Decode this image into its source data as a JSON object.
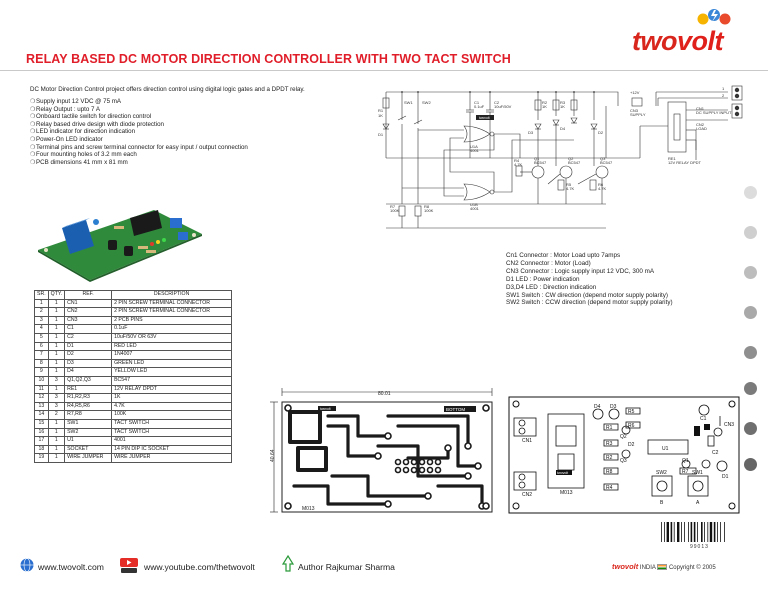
{
  "brand": {
    "logo_two": "two",
    "logo_volt": "volt"
  },
  "title": "RELAY BASED DC MOTOR DIRECTION CONTROLLER WITH TWO TACT SWITCH",
  "intro": "DC Motor Direction Control project offers direction control using digital logic gates and a DPDT relay.",
  "features": [
    "Supply input 12 VDC @ 75 mA",
    "Relay Output : upto 7 A",
    "Onboard tactile switch for direction control",
    "Relay based drive design with diode protection",
    "LED indicator for direction indication",
    "Power-On LED indicator",
    "Terminal pins and screw terminal connector for easy input / output connection",
    "Four mounting holes of 3.2 mm each",
    "PCB dimensions 41 mm x 81 mm"
  ],
  "bullet_glyph": "❍",
  "bom": {
    "headers": [
      "SR.",
      "QTY.",
      "REF.",
      "DESCRIPTION"
    ],
    "rows": [
      [
        "1",
        "1",
        "CN1",
        "2 PIN SCREW TERMINAL CONNECTOR"
      ],
      [
        "2",
        "1",
        "CN2",
        "2 PIN SCREW TERMINAL CONNECTOR"
      ],
      [
        "3",
        "1",
        "CN3",
        "2 PCB PINS"
      ],
      [
        "4",
        "1",
        "C1",
        "0.1uF"
      ],
      [
        "5",
        "1",
        "C2",
        "10uF/50V OR 63V"
      ],
      [
        "6",
        "1",
        "D1",
        "RED LED"
      ],
      [
        "7",
        "1",
        "D2",
        "1N4007"
      ],
      [
        "8",
        "1",
        "D3",
        "GREEN LED"
      ],
      [
        "9",
        "1",
        "D4",
        "YELLOW LED"
      ],
      [
        "10",
        "3",
        "Q1,Q2,Q3",
        "BC547"
      ],
      [
        "11",
        "1",
        "RE1",
        "12V RELAY DPDT"
      ],
      [
        "12",
        "3",
        "R1,R2,R3",
        "1K"
      ],
      [
        "13",
        "3",
        "R4,R5,R6",
        "4.7K"
      ],
      [
        "14",
        "2",
        "R7,R8",
        "100K"
      ],
      [
        "15",
        "1",
        "SW1",
        "TACT SWITCH"
      ],
      [
        "16",
        "1",
        "SW2",
        "TACT SWITCH"
      ],
      [
        "17",
        "1",
        "U1",
        "4001"
      ],
      [
        "18",
        "1",
        "SOCKET",
        "14 PIN DIP IC SOCKET"
      ],
      [
        "19",
        "1",
        "WIRE JUMPER",
        "WIRE JUMPER"
      ]
    ]
  },
  "schematic": {
    "labels": {
      "r1": "R1",
      "r1v": "1K",
      "sw1": "SW1",
      "sw2": "SW2",
      "c1": "C1",
      "c1v": "0.1uF",
      "c2": "C2",
      "c2v": "10uF/50V",
      "r2": "R2",
      "r2v": "1K",
      "r3": "R3",
      "r3v": "1K",
      "d1": "D1",
      "d3": "D3",
      "d4": "D4",
      "d2": "D2",
      "u1a": "U1A",
      "u1a2": "4001",
      "u1b": "U1B",
      "u1b2": "4001",
      "r4": "R4",
      "r4v": "4.7K",
      "q1": "Q1",
      "q1v": "BC547",
      "q2": "Q2",
      "q2v": "BC547",
      "q3": "Q3",
      "q3v": "BC547",
      "r5": "R5",
      "r5v": "4.7K",
      "r6": "R6",
      "r6v": "4.7K",
      "r7": "R7",
      "r7v": "100K",
      "r8": "R8",
      "r8v": "100K",
      "re1": "RE1",
      "re1v": "12V RELAY DPDT",
      "cn3": "CN3",
      "cn3s": "SUPPLY",
      "cn1": "CN1",
      "cn1t": "DC SUPPLY INPUT",
      "cn2": "CN2",
      "cn2t": "LOAD",
      "v12": "+12V",
      "p1": "1",
      "p2": "2",
      "brand_box": "twovolt"
    }
  },
  "notes": [
    "Cn1 Connector : Motor Load upto 7amps",
    "CN2 Connector : Motor (Load)",
    "CN3 Connector : Logic supply input 12 VDC, 300 mA",
    "D1 LED : Power indication",
    "D3,D4 LED : Direction indication",
    "SW1 Switch : CW direction (depend motor supply polarity)",
    "SW2 Switch : CCW direction (depend motor supply polarity)"
  ],
  "pcb": {
    "width_dim": "80.01",
    "height_dim": "40.64",
    "code_top": "BOTTOM",
    "code_bottom": "M013",
    "brand": "twovolt"
  },
  "layout": {
    "labels": {
      "d4": "D4",
      "d3": "D3",
      "r5": "R5",
      "r6": "R6",
      "r1": "R1",
      "r2": "R2",
      "r3": "R3",
      "r4": "R4",
      "r7": "R7",
      "r8": "R8",
      "d2": "D2",
      "u1": "U1",
      "cn1": "CN1",
      "cn2": "CN2",
      "cn3": "CN3",
      "d1": "D1",
      "c1": "C1",
      "c2": "C2",
      "q1": "Q1",
      "q2": "Q2",
      "q3": "Q3",
      "sw1": "SW1",
      "sw2": "SW2",
      "a": "A",
      "b": "B",
      "code": "M013",
      "brand": "twovolt"
    }
  },
  "barcode_number": "99013",
  "footer": {
    "website": "www.twovolt.com",
    "youtube": "www.youtube.com/thetwovolt",
    "author": "Author Rajkumar Sharma",
    "copyright_brand": "twovolt",
    "country": "INDIA",
    "copyright_text": "Copyright",
    "copyright_year": "© 2005"
  },
  "colors": {
    "title_red": "#e01e2a",
    "brand_red": "#d9261c",
    "dot_grey_light": "#d8d8d8",
    "dot_grey_dark": "#6f6f6f"
  },
  "icons": [
    "www-globe-icon",
    "youtube-icon",
    "author-pen-icon"
  ]
}
